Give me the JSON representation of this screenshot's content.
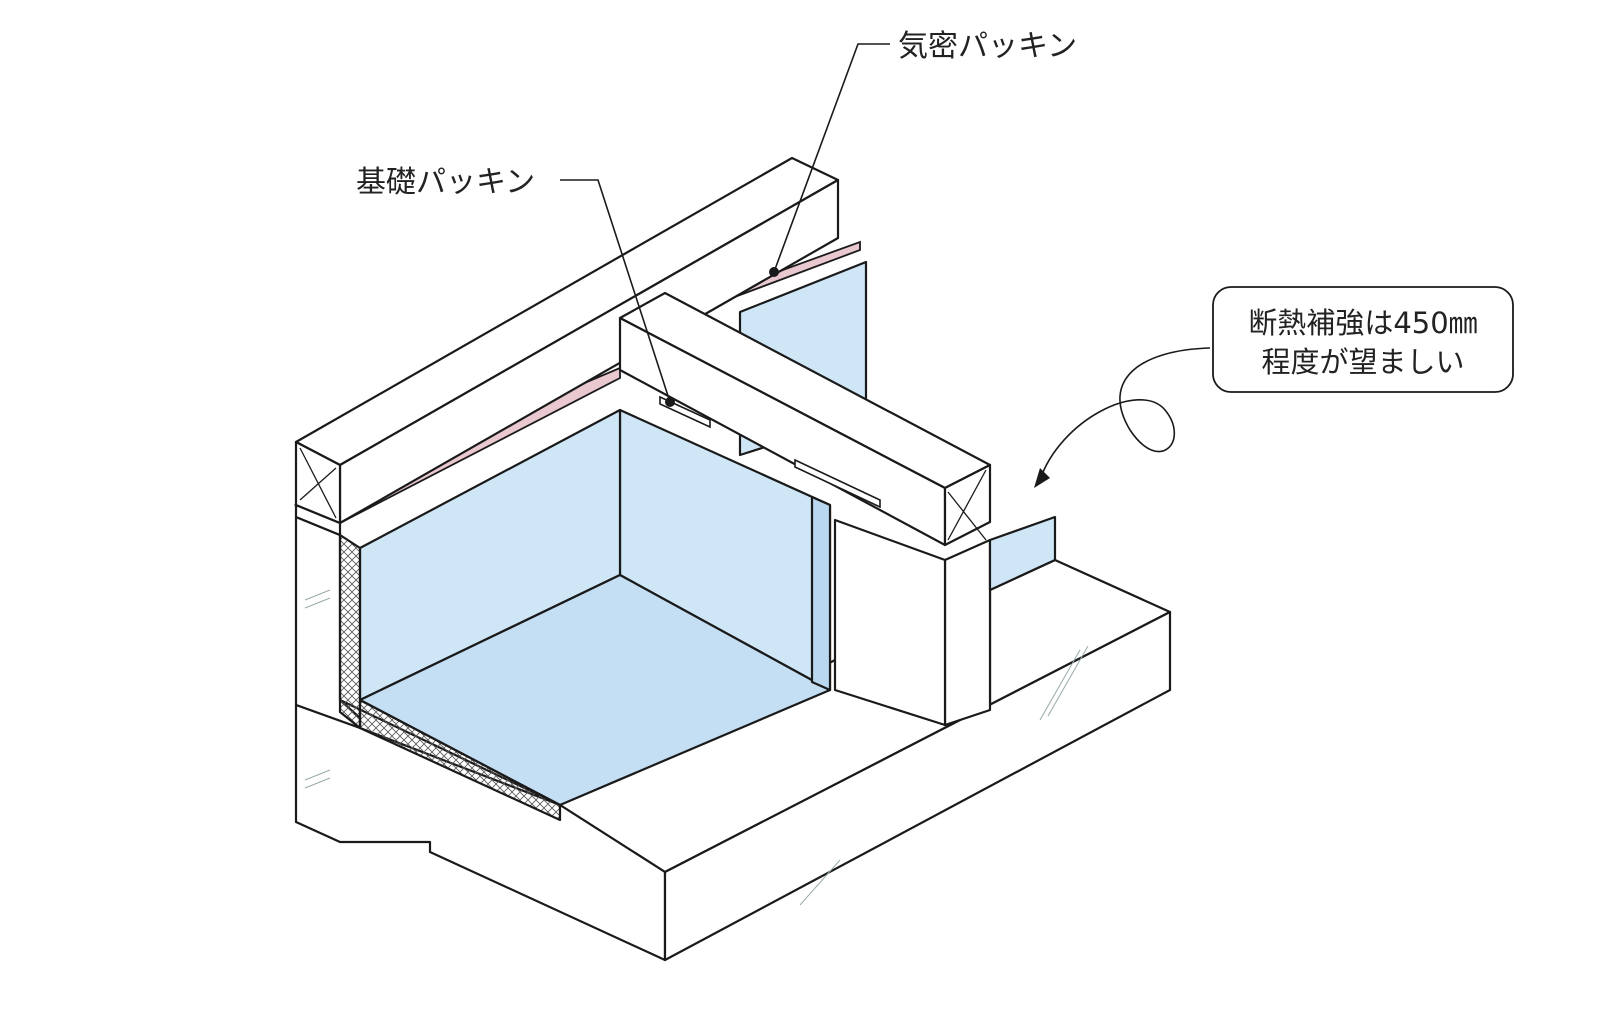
{
  "labels": {
    "airtight_packing": "気密パッキン",
    "foundation_packing": "基礎パッキン"
  },
  "note": {
    "line1": "断熱補強は450㎜",
    "line2": "程度が望ましい"
  },
  "colors": {
    "line": "#1a1a1a",
    "insulation_fill": "#cfe6f7",
    "insulation_dark": "#b9d8f0",
    "packing": "#e9c9cf",
    "hatch": "#555555",
    "background": "#ffffff"
  }
}
